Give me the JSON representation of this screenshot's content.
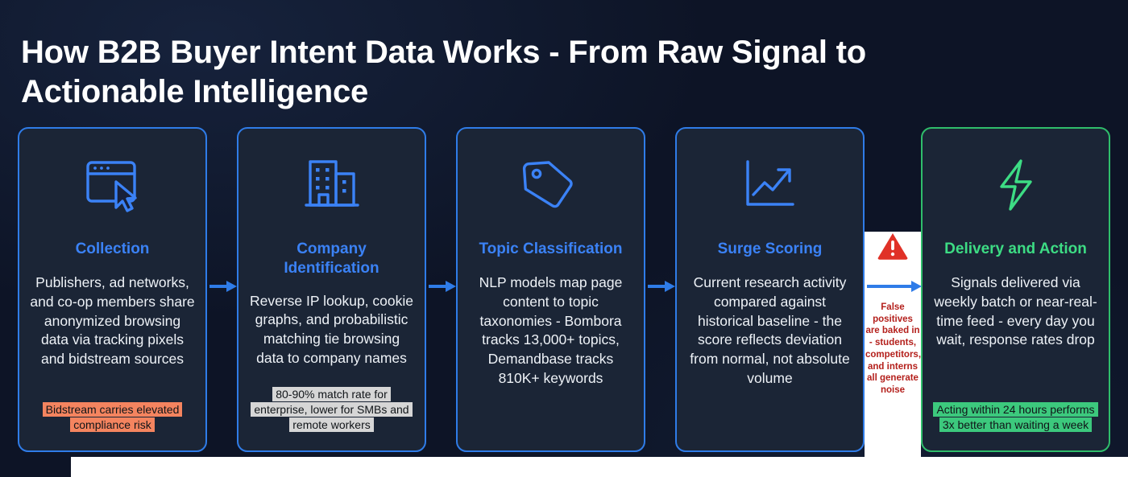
{
  "page": {
    "title": "How B2B Buyer Intent Data Works - From Raw Signal to Actionable Intelligence",
    "background_color": "#0d1426",
    "accent_blue": "#3b82f6",
    "accent_green": "#3ddc84",
    "warning_red": "#e03127"
  },
  "stages": [
    {
      "id": "collection",
      "icon": "browser-window-cursor-icon",
      "title": "Collection",
      "body": "Publishers, ad networks, and co-op members share anonymized browsing data via tracking pixels and bidstream sources",
      "note": "Bidstream carries elevated compliance risk",
      "note_style": "salmon",
      "note_color": "#f4845f",
      "accent": "#3b82f6"
    },
    {
      "id": "company-identification",
      "icon": "office-building-icon",
      "title": "Company Identification",
      "body": "Reverse IP lookup, cookie graphs, and probabilistic matching tie browsing data to company names",
      "note": "80-90% match rate for enterprise, lower for SMBs and remote workers",
      "note_style": "grey",
      "note_color": "#d6d6d6",
      "accent": "#3b82f6"
    },
    {
      "id": "topic-classification",
      "icon": "price-tag-icon",
      "title": "Topic Classification",
      "body": "NLP models map page content to topic taxonomies - Bombora tracks 13,000+ topics, Demandbase tracks 810K+ keywords",
      "note": "",
      "note_style": "none",
      "note_color": "",
      "accent": "#3b82f6"
    },
    {
      "id": "surge-scoring",
      "icon": "trending-up-chart-icon",
      "title": "Surge Scoring",
      "body": "Current research activity compared against historical baseline - the score reflects deviation from normal, not absolute volume",
      "note": "",
      "note_style": "none",
      "note_color": "",
      "accent": "#3b82f6"
    },
    {
      "id": "delivery-and-action",
      "icon": "lightning-bolt-icon",
      "title": "Delivery and Action",
      "body": "Signals delivered via weekly batch or near-real-time feed - every day you wait, response rates drop",
      "note": "Acting within 24 hours performs 3x better than waiting a week",
      "note_style": "green",
      "note_color": "#3cc97d",
      "accent": "#3ddc84"
    }
  ],
  "warning_callout": {
    "icon": "warning-triangle-icon",
    "text": "False positives are baked in - students, competitors, and interns all generate noise",
    "color": "#b4201c"
  },
  "connectors": {
    "icon": "arrow-right-icon",
    "color": "#2f7ce8",
    "count": 4
  }
}
